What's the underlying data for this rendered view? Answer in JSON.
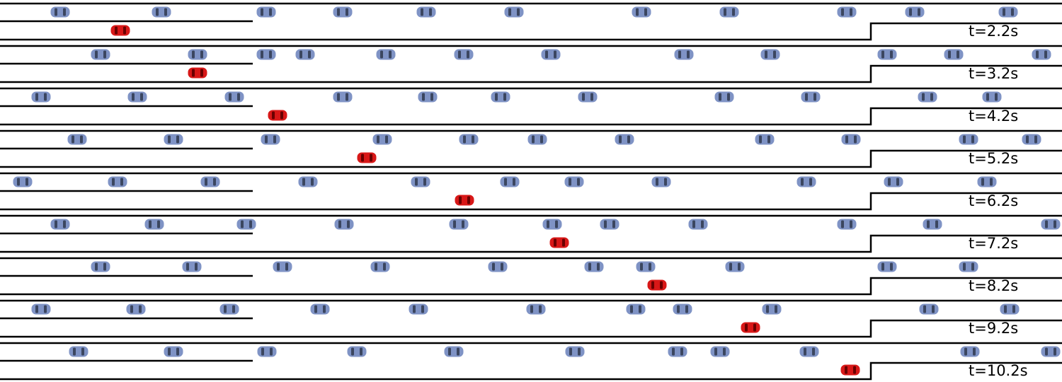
{
  "colors": {
    "background": "#ffffff",
    "road_line": "#000000",
    "traffic_car_body": "#7f93c5",
    "traffic_car_glass": "#3b4660",
    "merging_car_body": "#d81818",
    "merging_car_glass": "#6a0000"
  },
  "icons": {
    "traffic_car": "blue-car-icon",
    "merging_car": "red-car-icon"
  },
  "frames": [
    {
      "label": "t=2.2s",
      "merge_car": 170,
      "main_cars": [
        85,
        228,
        376,
        484,
        602,
        726,
        906,
        1030,
        1196,
        1292,
        1424
      ]
    },
    {
      "label": "t=3.2s",
      "merge_car": 279,
      "main_cars": [
        142,
        279,
        376,
        431,
        545,
        655,
        778,
        966,
        1088,
        1253,
        1347,
        1471
      ]
    },
    {
      "label": "t=4.2s",
      "merge_car": 392,
      "main_cars": [
        58,
        194,
        331,
        484,
        604,
        707,
        830,
        1023,
        1145,
        1310,
        1401
      ]
    },
    {
      "label": "t=5.2s",
      "merge_car": 518,
      "main_cars": [
        109,
        245,
        382,
        540,
        662,
        759,
        882,
        1080,
        1202,
        1368,
        1457
      ]
    },
    {
      "label": "t=6.2s",
      "merge_car": 656,
      "main_cars": [
        32,
        166,
        297,
        435,
        594,
        720,
        811,
        934,
        1139,
        1262,
        1394
      ]
    },
    {
      "label": "t=7.2s",
      "merge_car": 790,
      "main_cars": [
        85,
        218,
        348,
        486,
        648,
        780,
        861,
        986,
        1196,
        1317,
        1484
      ]
    },
    {
      "label": "t=8.2s",
      "merge_car": 928,
      "main_cars": [
        142,
        271,
        399,
        537,
        703,
        839,
        912,
        1038,
        1253,
        1368
      ]
    },
    {
      "label": "t=9.2s",
      "merge_car": 1060,
      "main_cars": [
        58,
        192,
        324,
        452,
        591,
        757,
        898,
        964,
        1090,
        1312,
        1426
      ]
    },
    {
      "label": "t=10.2s",
      "merge_car": 1201,
      "main_cars": [
        111,
        245,
        377,
        504,
        641,
        812,
        957,
        1017,
        1143,
        1370,
        1484
      ]
    }
  ]
}
